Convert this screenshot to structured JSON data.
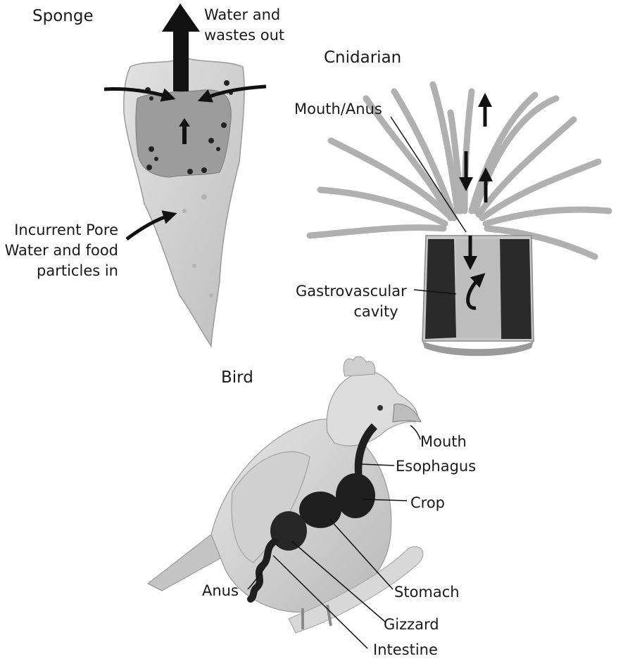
{
  "sponge": {
    "title": "Sponge",
    "out_label_line1": "Water and",
    "out_label_line2": "wastes out",
    "in_label_line1": "Incurrent Pore",
    "in_label_line2": "Water and food",
    "in_label_line3": "particles in"
  },
  "cnidarian": {
    "title": "Cnidarian",
    "mouth_label": "Mouth/Anus",
    "cavity_label_line1": "Gastrovascular",
    "cavity_label_line2": "cavity"
  },
  "bird": {
    "title": "Bird",
    "labels": {
      "mouth": "Mouth",
      "esophagus": "Esophagus",
      "crop": "Crop",
      "stomach": "Stomach",
      "gizzard": "Gizzard",
      "intestine": "Intestine",
      "anus": "Anus"
    }
  },
  "colors": {
    "body_light": "#cfcfcf",
    "body_mid": "#9a9a9a",
    "organ_dark": "#222222",
    "arrow": "#111111"
  }
}
